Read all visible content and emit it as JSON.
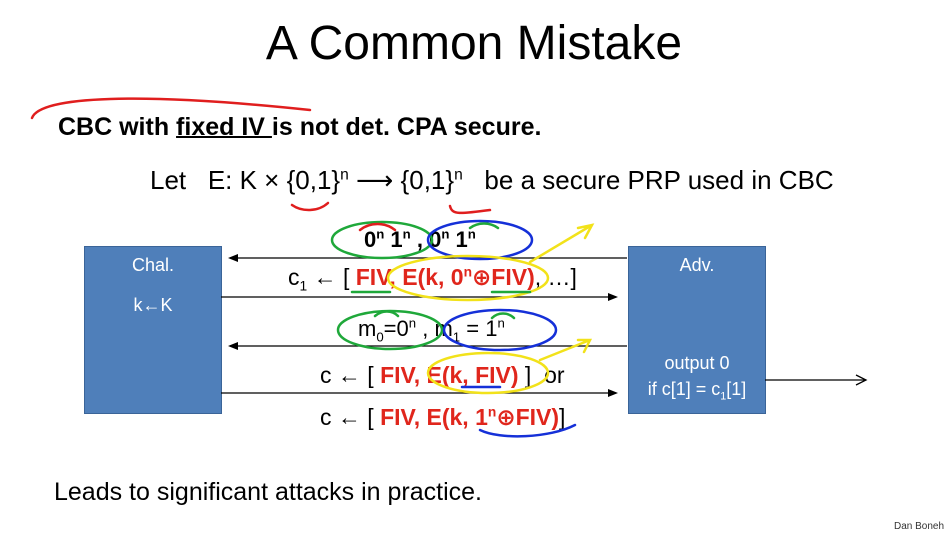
{
  "title": "A Common Mistake",
  "headline": {
    "prefix": "CBC with ",
    "underlined": "fixed IV ",
    "suffix": "is not det. CPA secure."
  },
  "let_line": {
    "let": "Let",
    "e_def": "E: K × {0,1}",
    "n1": "n",
    "arrow": "⟶",
    "range": "{0,1}",
    "n2": "n",
    "rest": "be a secure PRP used in CBC"
  },
  "challenger": {
    "label": "Chal.",
    "key": "k←K"
  },
  "adversary": {
    "label": "Adv.",
    "output_line1": "output 0",
    "output_line2_a": "if c[1] = c",
    "output_line2_sub": "1",
    "output_line2_b": "[1]"
  },
  "messages": {
    "m1": {
      "a": "0",
      "a_sup": "n",
      "b": " 1",
      "b_sup": "n",
      "sep": " , ",
      "c": "0",
      "c_sup": "n",
      "d": " 1",
      "d_sup": "n"
    },
    "c1": {
      "lhs": "c",
      "lhs_sub": "1",
      "arrow": " ← [ ",
      "fiv": "FIV",
      "comma": ", ",
      "enc": "E(k, 0",
      "enc_sup": "n",
      "enc_rest": "⊕FIV)",
      "tail": ", …]"
    },
    "m2": {
      "m0": "m",
      "m0_sub": "0",
      "m0_eq": "=0",
      "m0_sup": "n",
      "sep": " , ",
      "m1": "m",
      "m1_sub": "1",
      "m1_eq": " = 1",
      "m1_sup": "n"
    },
    "c_a": {
      "lhs": "c ← [ ",
      "fiv": "FIV",
      "comma": ", ",
      "enc": "E(k, FIV)",
      "close": " ]",
      "or": "or"
    },
    "c_b": {
      "lhs": "c ← [ ",
      "fiv": "FIV",
      "comma": ", ",
      "enc": "E(k, 1",
      "enc_sup": "n",
      "enc_rest": "⊕FIV)",
      "close": "]"
    }
  },
  "closing": "Leads to significant attacks in practice.",
  "credit": "Dan Boneh",
  "colors": {
    "box": "#4f7fba",
    "red_text": "#e0261c",
    "annot_red": "#e01e1e",
    "annot_green": "#1fa83a",
    "annot_blue": "#1530d8",
    "annot_yellow": "#f2e21a"
  }
}
